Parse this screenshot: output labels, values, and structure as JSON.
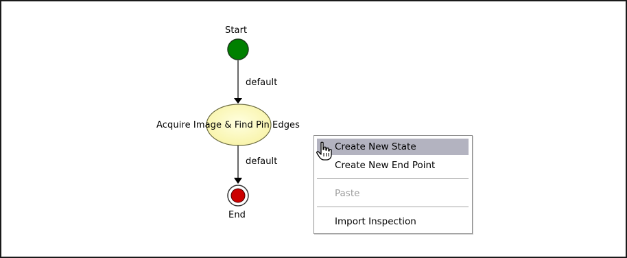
{
  "diagram": {
    "start_label": "Start",
    "transition_1_label": "default",
    "state_label": "Acquire Image & Find Pin Edges",
    "transition_2_label": "default",
    "end_label": "End"
  },
  "context_menu": {
    "items": [
      {
        "label": "Create New State",
        "highlighted": true,
        "enabled": true
      },
      {
        "label": "Create New End Point",
        "highlighted": false,
        "enabled": true
      },
      {
        "label": "Paste",
        "highlighted": false,
        "enabled": false
      },
      {
        "label": "Import Inspection",
        "highlighted": false,
        "enabled": true
      }
    ]
  },
  "colors": {
    "start_fill": "#008000",
    "state_fill": "#ffffc0",
    "end_fill": "#cc0000",
    "menu_highlight": "#b3b3c0",
    "disabled_text": "#9c9c9c"
  },
  "icons": {
    "cursor": "hand-pointer-icon"
  }
}
